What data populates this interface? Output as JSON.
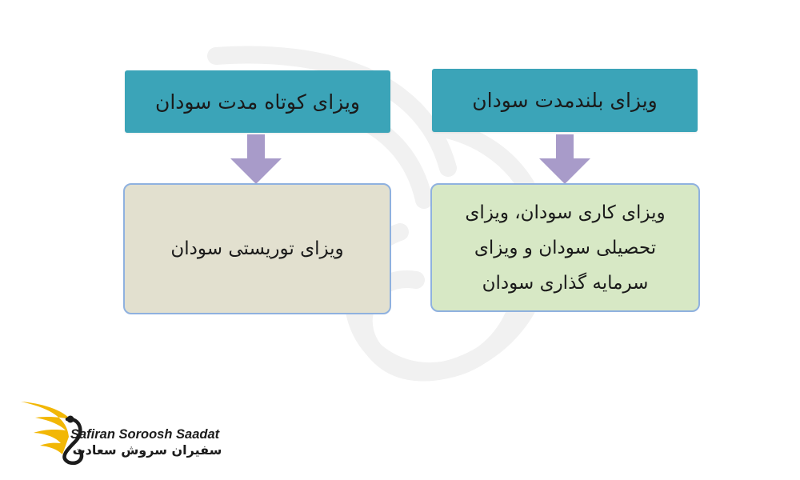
{
  "diagram": {
    "short_term": {
      "title": "ویزای کوتاه مدت سودان",
      "content": "ویزای توریستی سودان"
    },
    "long_term": {
      "title": "ویزای بلندمدت سودان",
      "content": "ویزای کاری سودان، ویزای تحصیلی سودان و ویزای سرمایه گذاری سودان"
    }
  },
  "logo": {
    "name_en": "Safiran Soroosh Saadat",
    "name_fa": "سفیران سروش سعادت"
  },
  "colors": {
    "header_fill": "#3ba4b8",
    "arrow_fill": "#a89bc9",
    "short_term_fill": "#e2e0cf",
    "long_term_fill": "#d7e8c5",
    "box_border": "#8fb1df",
    "logo_gold": "#f2b705"
  }
}
